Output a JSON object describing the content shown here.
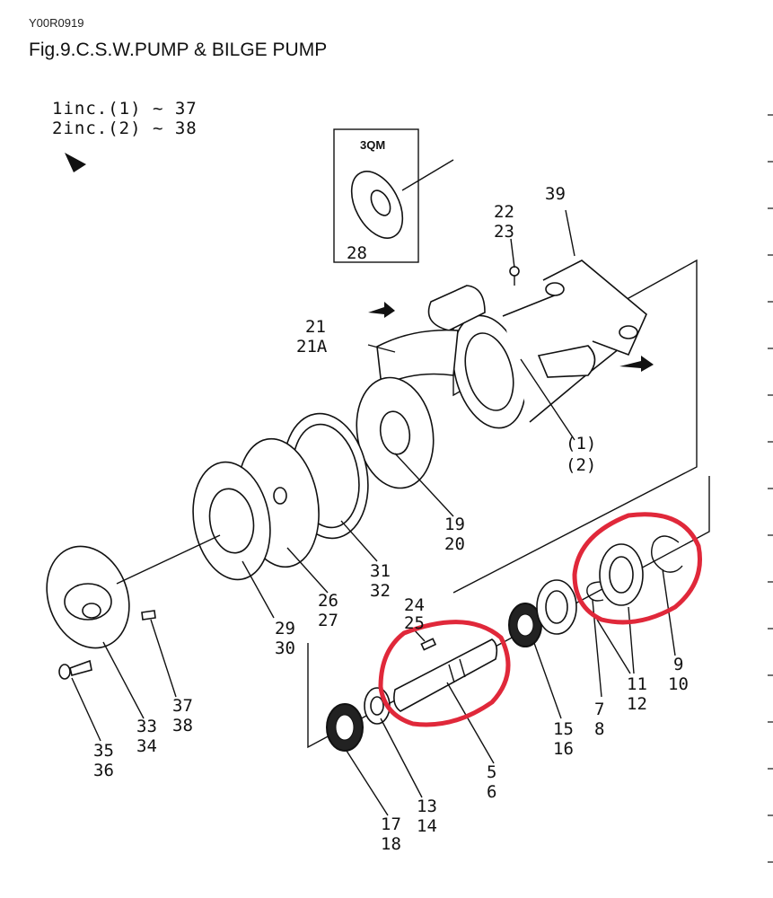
{
  "header": {
    "doc_code": "Y00R0919",
    "title": "Fig.9.C.S.W.PUMP & BILGE PUMP"
  },
  "inclusion_note": {
    "line1": "1inc.(1) ~ 37",
    "line2": "2inc.(2) ~ 38"
  },
  "inset": {
    "label": "3QM",
    "part": "28"
  },
  "callouts": {
    "p22_23": [
      "22",
      "23"
    ],
    "p39": [
      "39"
    ],
    "p21_21a": [
      "21",
      "21A"
    ],
    "p1_2": [
      "(1)",
      "(2)"
    ],
    "p19_20": [
      "19",
      "20"
    ],
    "p31_32": [
      "31",
      "32"
    ],
    "p26_27": [
      "26",
      "27"
    ],
    "p29_30": [
      "29",
      "30"
    ],
    "p24_25": [
      "24",
      "25"
    ],
    "p33_34": [
      "33",
      "34"
    ],
    "p35_36": [
      "35",
      "36"
    ],
    "p37_38": [
      "37",
      "38"
    ],
    "p5_6": [
      "5",
      "6"
    ],
    "p13_14": [
      "13",
      "14"
    ],
    "p17_18": [
      "17",
      "18"
    ],
    "p15_16": [
      "15",
      "16"
    ],
    "p7_8": [
      "7",
      "8"
    ],
    "p11_12": [
      "11",
      "12"
    ],
    "p9_10": [
      "9",
      "10"
    ]
  },
  "colors": {
    "markup": "#e0283a",
    "ink": "#111111"
  }
}
